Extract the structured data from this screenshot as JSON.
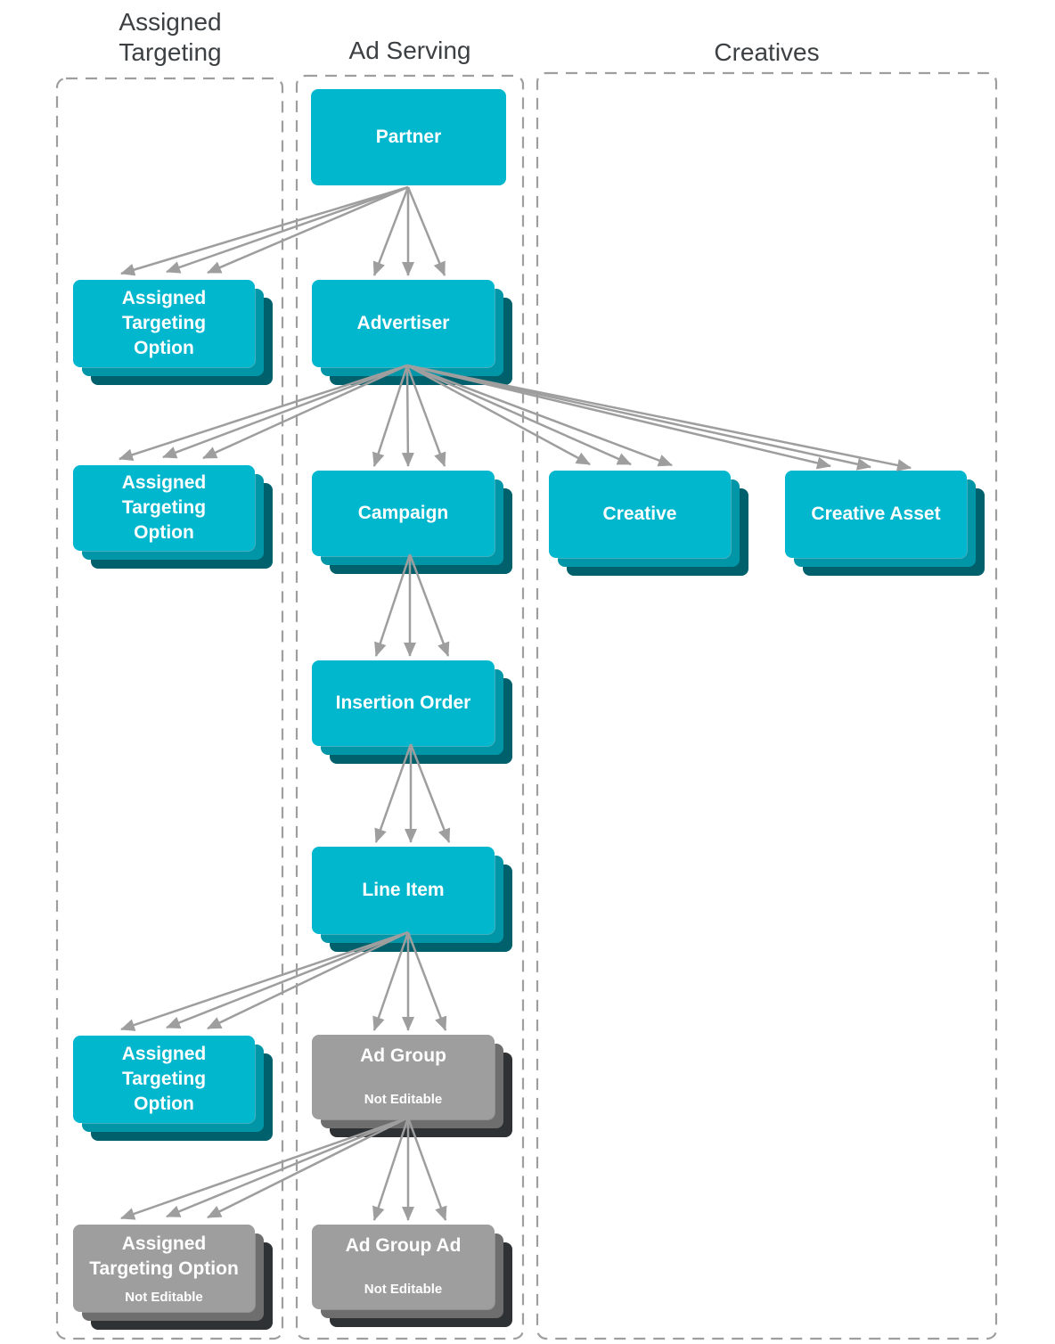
{
  "column_headers": {
    "assigned_targeting": [
      "Assigned",
      "Targeting"
    ],
    "ad_serving": "Ad Serving",
    "creatives": "Creatives"
  },
  "colors": {
    "teal": "#00B7CE",
    "teal_mid": "#0096A7",
    "teal_dark": "#00616D",
    "gray": "#9E9E9E",
    "gray_mid": "#6E6E6E",
    "gray_dark": "#2F3234",
    "arrow": "#9E9E9E",
    "column_border": "#9E9E9E",
    "title_text": "#3C4043",
    "box_text": "#FFFFFF"
  },
  "diagram": {
    "nodes": [
      {
        "id": "partner",
        "label": "Partner",
        "style": "teal",
        "stacked": false
      },
      {
        "id": "assigned-targeting-option-1",
        "label": [
          "Assigned",
          "Targeting",
          "Option"
        ],
        "style": "teal",
        "stacked": true
      },
      {
        "id": "advertiser",
        "label": "Advertiser",
        "style": "teal",
        "stacked": true
      },
      {
        "id": "assigned-targeting-option-2",
        "label": [
          "Assigned",
          "Targeting",
          "Option"
        ],
        "style": "teal",
        "stacked": true
      },
      {
        "id": "campaign",
        "label": "Campaign",
        "style": "teal",
        "stacked": true
      },
      {
        "id": "creative",
        "label": "Creative",
        "style": "teal",
        "stacked": true
      },
      {
        "id": "creative-asset",
        "label": "Creative Asset",
        "style": "teal",
        "stacked": true
      },
      {
        "id": "insertion-order",
        "label": "Insertion Order",
        "style": "teal",
        "stacked": true
      },
      {
        "id": "line-item",
        "label": "Line Item",
        "style": "teal",
        "stacked": true
      },
      {
        "id": "assigned-targeting-option-3",
        "label": [
          "Assigned",
          "Targeting",
          "Option"
        ],
        "style": "teal",
        "stacked": true
      },
      {
        "id": "ad-group",
        "label": "Ad Group",
        "sublabel": "Not Editable",
        "style": "gray",
        "stacked": true
      },
      {
        "id": "assigned-targeting-option-4",
        "label": [
          "Assigned",
          "Targeting Option"
        ],
        "sublabel": "Not Editable",
        "style": "gray",
        "stacked": true
      },
      {
        "id": "ad-group-ad",
        "label": "Ad Group Ad",
        "sublabel": "Not Editable",
        "style": "gray",
        "stacked": true
      }
    ],
    "edges": [
      {
        "from": "partner",
        "to": "assigned-targeting-option-1"
      },
      {
        "from": "partner",
        "to": "advertiser"
      },
      {
        "from": "advertiser",
        "to": "assigned-targeting-option-2"
      },
      {
        "from": "advertiser",
        "to": "campaign"
      },
      {
        "from": "advertiser",
        "to": "creative"
      },
      {
        "from": "advertiser",
        "to": "creative-asset"
      },
      {
        "from": "campaign",
        "to": "insertion-order"
      },
      {
        "from": "insertion-order",
        "to": "line-item"
      },
      {
        "from": "line-item",
        "to": "assigned-targeting-option-3"
      },
      {
        "from": "line-item",
        "to": "ad-group"
      },
      {
        "from": "ad-group",
        "to": "assigned-targeting-option-4"
      },
      {
        "from": "ad-group",
        "to": "ad-group-ad"
      }
    ]
  }
}
